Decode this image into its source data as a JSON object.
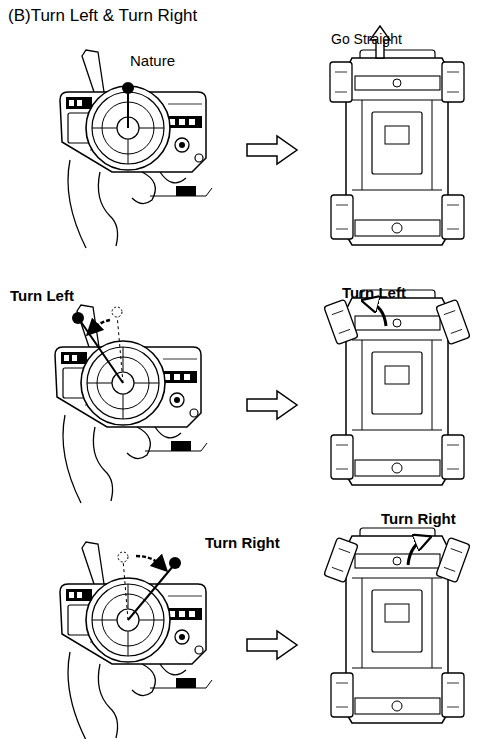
{
  "diagram": {
    "title": "(B)Turn Left & Turn Right",
    "labels": [
      "Nature",
      "Go Straight",
      "Turn Left",
      "Turn Left",
      "Turn Right",
      "Turn Right"
    ]
  }
}
